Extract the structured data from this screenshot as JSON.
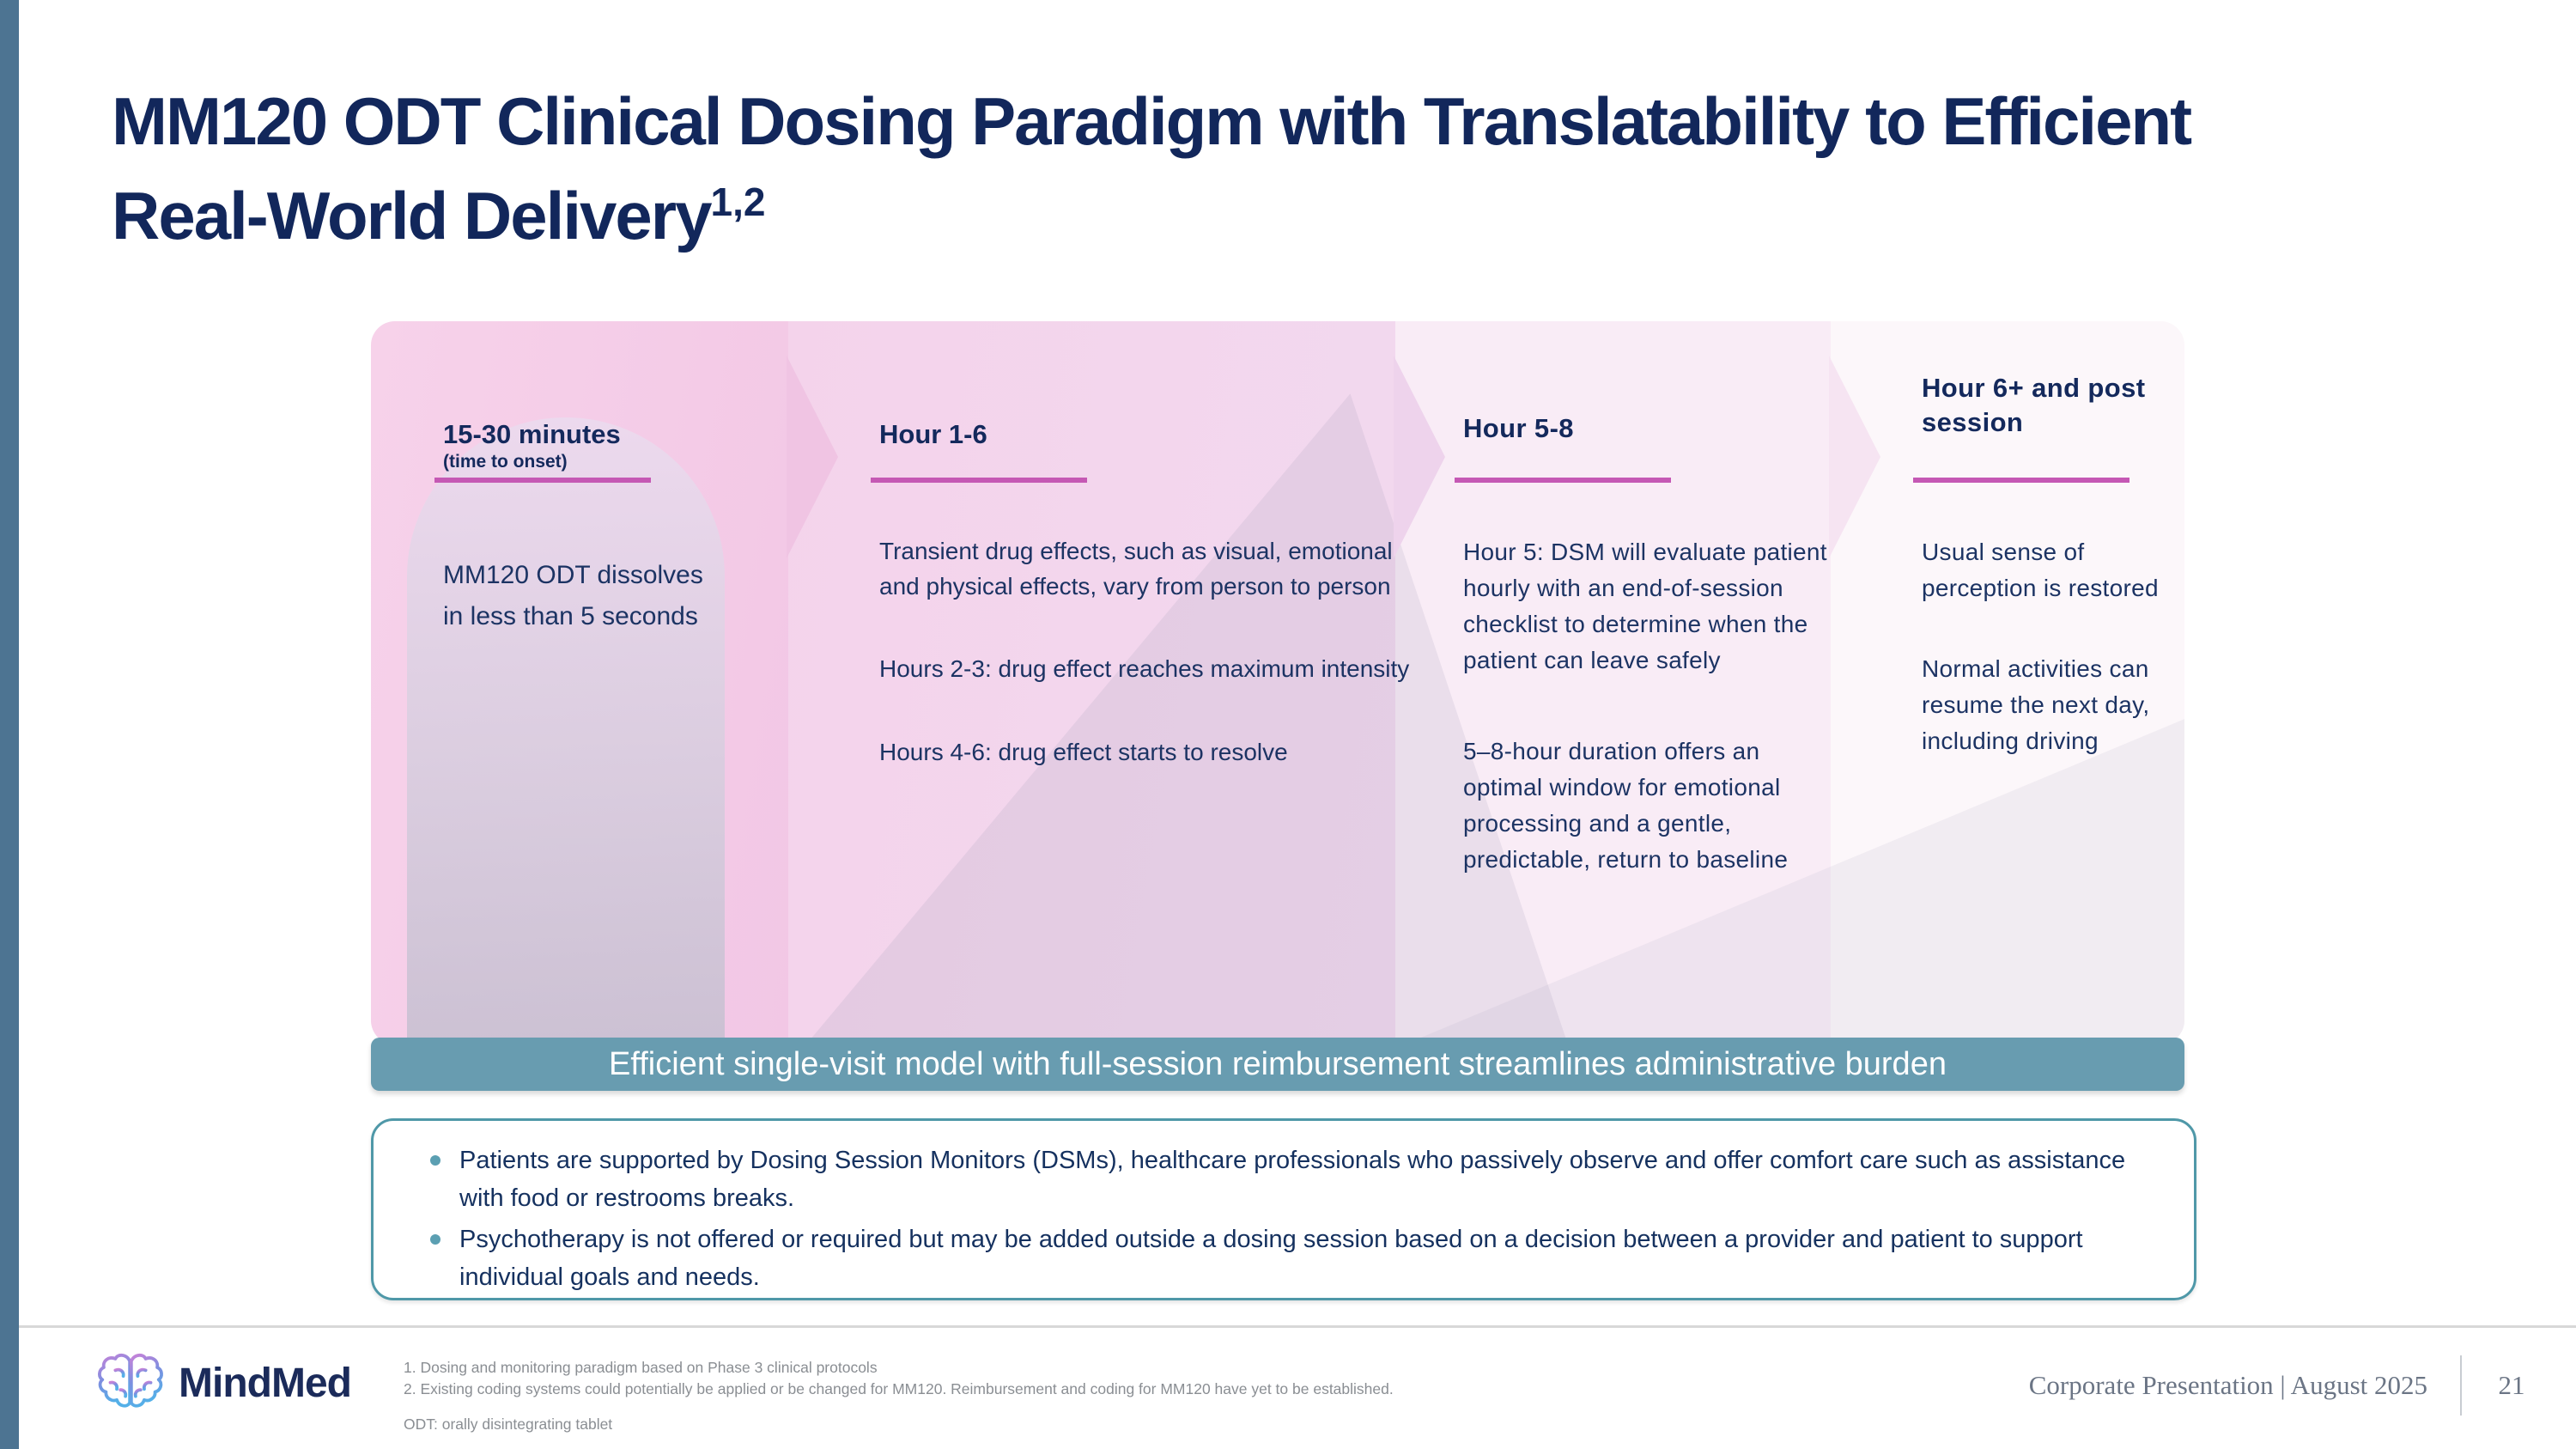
{
  "slide": {
    "title": {
      "lines": [
        "MM120 ODT Clinical Dosing Paradigm with Translatability to Efficient",
        "Real-World Delivery"
      ],
      "superscript": "1,2"
    },
    "timeline": {
      "phases": [
        {
          "title": "15-30 minutes",
          "subtitle": "(time to onset)",
          "paragraphs": [
            "MM120 ODT dissolves in less than 5 seconds"
          ]
        },
        {
          "title": "Hour 1-6",
          "paragraphs": [
            "Transient drug effects, such as visual, emotional and physical effects, vary from person to person",
            "Hours 2-3: drug effect reaches maximum intensity",
            "Hours 4-6: drug effect starts to resolve"
          ]
        },
        {
          "title": "Hour 5-8",
          "paragraphs": [
            "Hour 5: DSM will evaluate patient hourly with an end-of-session checklist to determine when the patient can leave safely",
            "5–8-hour duration offers an optimal window for emotional processing and a gentle, predictable, return to baseline"
          ]
        },
        {
          "title": "Hour 6+ and post session",
          "paragraphs": [
            "Usual sense of perception is restored",
            "Normal activities can resume the next day, including driving"
          ]
        }
      ]
    },
    "banner": {
      "text": "Efficient single-visit model with full-session reimbursement streamlines administrative burden"
    },
    "callout": {
      "bullets": [
        "Patients are supported by Dosing Session Monitors (DSMs), healthcare professionals who passively observe and offer comfort care such as assistance with food or restrooms breaks.",
        "Psychotherapy is not offered or required but may be added outside a dosing session based on a decision between a provider and patient to support individual goals and needs."
      ]
    },
    "footer": {
      "logo_text": "MindMed",
      "logo_icon": "brain-icon",
      "footnotes": [
        "1.  Dosing and monitoring paradigm based on Phase 3 clinical protocols",
        "2.  Existing coding systems could potentially be applied or be changed for MM120. Reimbursement and coding for MM120 have yet to be established."
      ],
      "abbreviation": "ODT: orally disintegrating tablet",
      "presentation_label": "Corporate Presentation | August 2025",
      "page_number": "21"
    },
    "colors": {
      "sidebar_blue": "#4d7492",
      "title_navy": "#12275b",
      "body_navy": "#1c3363",
      "magenta_rule": "#c558b4",
      "banner_teal": "#689cb0",
      "callout_border_teal": "#4f98a8",
      "phase1_pink": "#f5cde8",
      "phase2_pink": "#f3d8ee",
      "phase3_pink": "#f9ecf6",
      "phase4_pink": "#fcf7fa"
    }
  }
}
